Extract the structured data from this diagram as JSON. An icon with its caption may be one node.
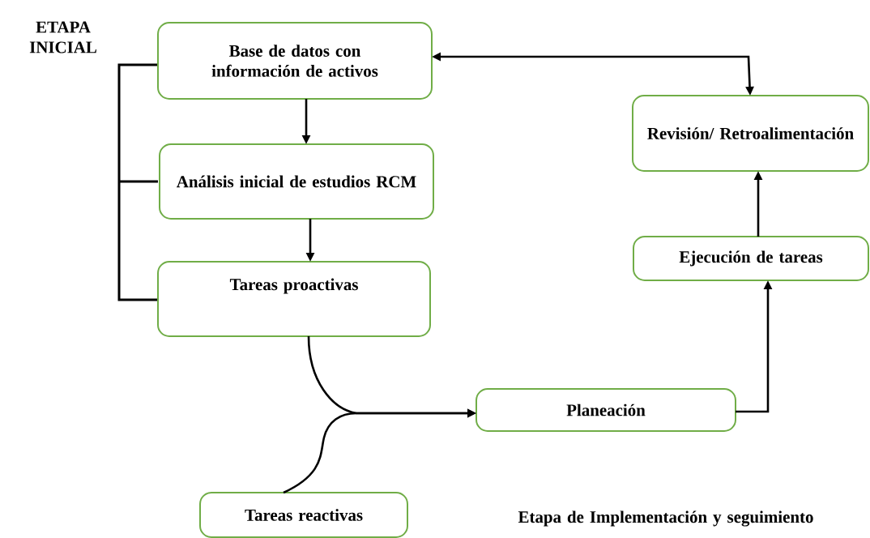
{
  "diagram": {
    "nodes": [
      {
        "text": [
          "Base de datos con información de activos"
        ]
      },
      {
        "text": [
          "Análisis inicial de estudios RCM"
        ]
      },
      {
        "text": [
          "Tareas proactivas"
        ]
      },
      {
        "text": [
          "Tareas reactivas"
        ]
      },
      {
        "text": [
          "Planeación"
        ]
      },
      {
        "text": [
          "Ejecución de tareas"
        ]
      },
      {
        "text": [
          "Revisión/ Retroalimentación"
        ]
      }
    ],
    "edges": [
      {
        "from": 0,
        "to": 1,
        "arrow": "to"
      },
      {
        "from": 1,
        "to": 2,
        "arrow": "to"
      },
      {
        "from": 2,
        "to": 4,
        "arrow": "to"
      },
      {
        "from": 3,
        "to": 4,
        "arrow": "to"
      },
      {
        "from": 4,
        "to": 5,
        "arrow": "to"
      },
      {
        "from": 5,
        "to": 6,
        "arrow": "to"
      },
      {
        "from": 6,
        "to": 0,
        "arrow": "both"
      }
    ],
    "labels": [
      "ETAPA INICIAL",
      "Etapa de Implementación y seguimiento"
    ]
  }
}
